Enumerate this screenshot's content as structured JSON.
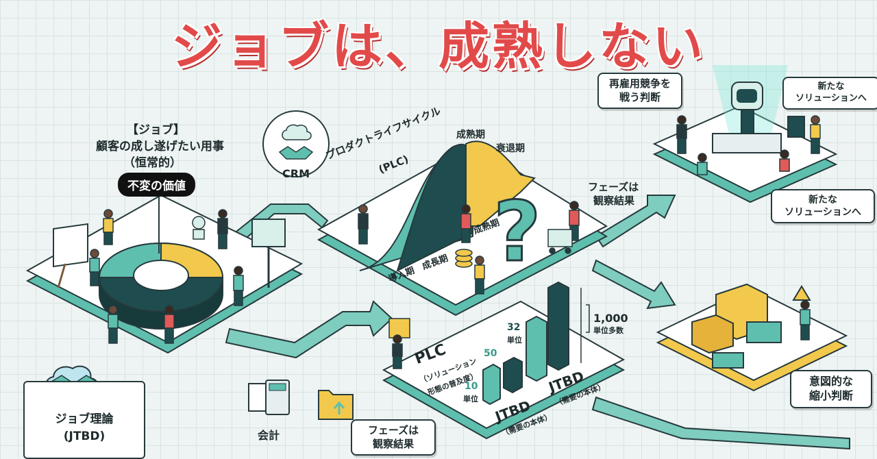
{
  "title": "ジョブは、成熟しない",
  "job_panel": {
    "heading": "【ジョブ】",
    "line1": "顧客の成し遂げたい用事",
    "line2": "（恒常的）",
    "pill": "不変の価値"
  },
  "crm": {
    "label": "CRM"
  },
  "plc": {
    "title_line1": "プロダクトライフサイクル",
    "title_line2": "(PLC)",
    "stage_mature_top": "成熟期",
    "stage_decline": "衰退期",
    "stage_intro": "導入期",
    "stage_growth": "成長期",
    "stage_mature_mid": "成熟期"
  },
  "phase_label_right": {
    "line1": "フェーズは",
    "line2": "観察結果"
  },
  "rehire": {
    "line1": "再雇用競争を",
    "line2": "戦う判断"
  },
  "new_solution_top": {
    "line1": "新たな",
    "line2": "ソリューションへ"
  },
  "new_solution_bottom": {
    "line1": "新たな",
    "line2": "ソリューションへ"
  },
  "intentional": {
    "line1": "意図的な",
    "line2": "縮小判断"
  },
  "jtbd_doc": {
    "line1": "ジョブ理論",
    "line2": "(JTBD)"
  },
  "accounting": {
    "label": "会計"
  },
  "phase_label_bottom": {
    "line1": "フェーズは",
    "line2": "観察結果"
  },
  "comparison": {
    "plc_label": "PLC",
    "plc_sub1": "（ソリューション",
    "plc_sub2": "形態の普及度）",
    "v10": "10",
    "v10_unit": "単位",
    "v50": "50",
    "v32": "32",
    "v32_unit": "単位",
    "v1000": "1,000",
    "v1000_unit": "単位多数",
    "jtbd_a": "JTBD",
    "jtbd_a_sub": "（需要の本体）",
    "jtbd_b": "JTBD",
    "jtbd_b_sub": "（需要の本体）"
  },
  "colors": {
    "title": "#e24a4a",
    "teal": "#5fbfae",
    "dark_teal": "#1f4d4f",
    "yellow": "#f2c94c",
    "platform": "#ffffff"
  }
}
